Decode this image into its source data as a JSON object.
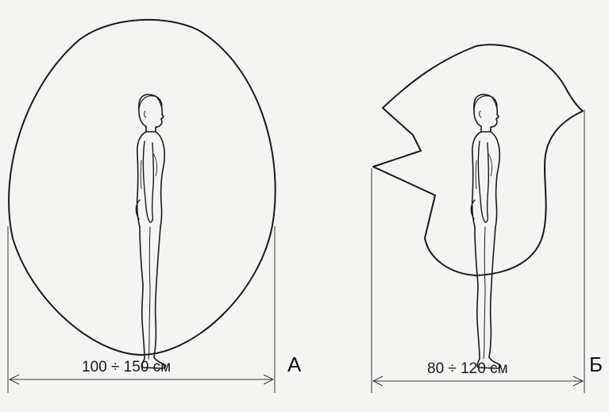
{
  "panels": [
    {
      "letter": "А",
      "measurement": "100 ÷ 150 см"
    },
    {
      "letter": "Б",
      "measurement": "80 ÷ 120 см"
    }
  ],
  "colors": {
    "ink": "#1a1a1a",
    "paper": "#f4f4f2"
  }
}
